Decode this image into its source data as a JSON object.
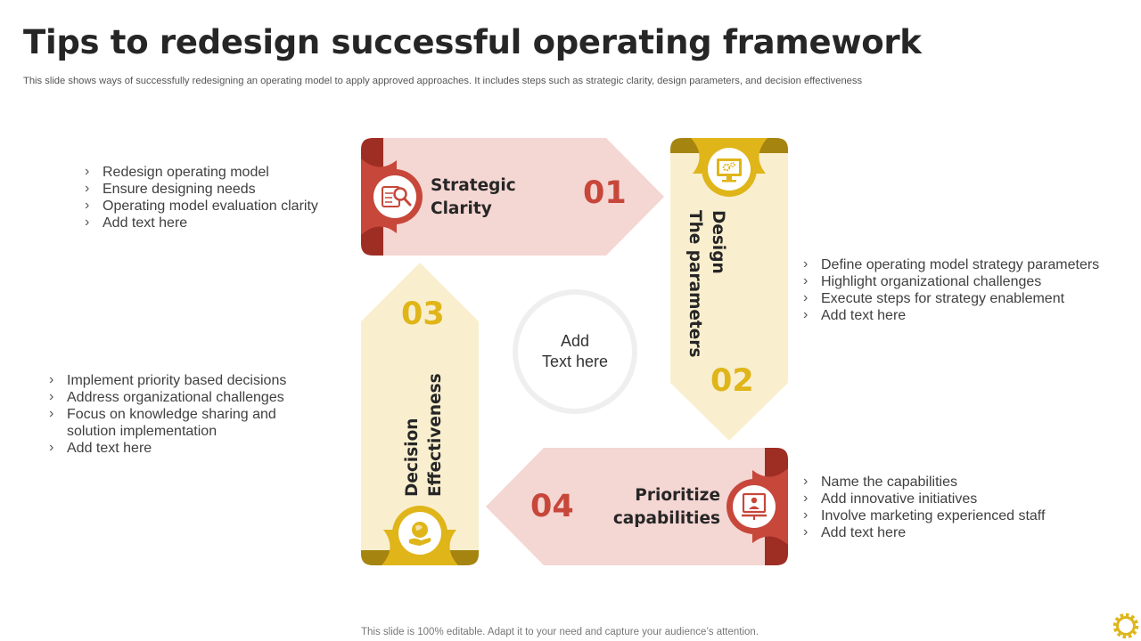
{
  "title": "Tips to redesign successful operating framework",
  "subtitle": "This slide shows ways of successfully redesigning an operating model to apply approved approaches. It includes steps such as strategic clarity, design parameters, and decision effectiveness",
  "footer": "This slide is 100% editable. Adapt it to your need and capture your audience’s attention.",
  "center_text": {
    "line1": "Add",
    "line2": "Text here"
  },
  "steps": [
    {
      "number": "01",
      "label_line1": "Strategic",
      "label_line2": "Clarity",
      "icon": "magnifier-document-icon",
      "bullets": [
        "Redesign operating model",
        "Ensure designing needs",
        "Operating model evaluation clarity",
        "Add text here"
      ]
    },
    {
      "number": "02",
      "label_line1": "Design",
      "label_line2": "The parameters",
      "icon": "monitor-gear-icon",
      "bullets": [
        "Define operating model strategy parameters",
        "Highlight organizational challenges",
        "Execute steps for strategy enablement",
        "Add text here"
      ]
    },
    {
      "number": "03",
      "label_line1": "Decision",
      "label_line2": "Effectiveness",
      "icon": "globe-hand-icon",
      "bullets": [
        "Implement  priority based decisions",
        "Address organizational challenges",
        "Focus on knowledge sharing and solution implementation",
        "Add text here"
      ]
    },
    {
      "number": "04",
      "label_line1": "Prioritize",
      "label_line2": "capabilities",
      "icon": "presentation-board-icon",
      "bullets": [
        "Name the capabilities",
        "Add innovative initiatives",
        "Involve  marketing experienced staff",
        "Add text here"
      ]
    }
  ],
  "colors": {
    "pink_fill": "#f4d6d3",
    "red_accent": "#c7473a",
    "red_dark": "#9e2e24",
    "yellow_fill": "#f9efcf",
    "yellow_accent": "#dfb519",
    "yellow_dark": "#a58410"
  }
}
